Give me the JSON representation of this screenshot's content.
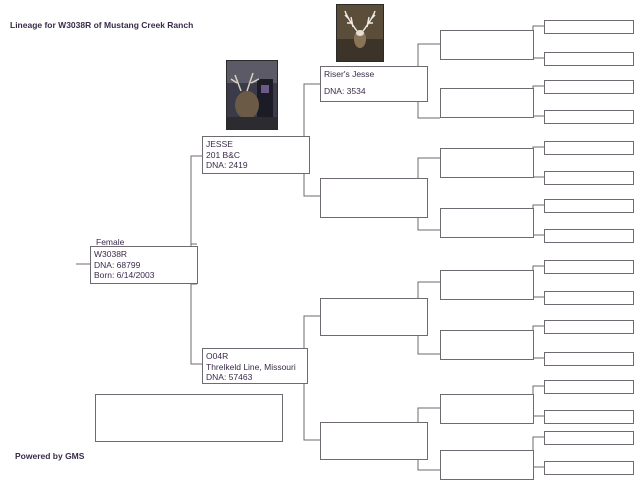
{
  "title": "Lineage for W3038R of Mustang Creek Ranch",
  "footer": "Powered by GMS",
  "subject": {
    "gender": "Female",
    "id": "W3038R",
    "dna": "DNA: 68799",
    "born": "Born: 6/14/2003"
  },
  "sire": {
    "name": "JESSE",
    "score": "201 B&C",
    "dna": "DNA: 2419",
    "photo_icon": "buck-with-hunter-photo"
  },
  "dam": {
    "name": "O04R",
    "line": "Threlkeld Line, Missouri",
    "dna": "DNA: 57463"
  },
  "sire_sire": {
    "name": "Riser's Jesse",
    "dna": "DNA: 3534",
    "photo_icon": "whitetail-buck-photo"
  },
  "colors": {
    "text": "#3b2a4a",
    "lines": "#6f6a72"
  }
}
